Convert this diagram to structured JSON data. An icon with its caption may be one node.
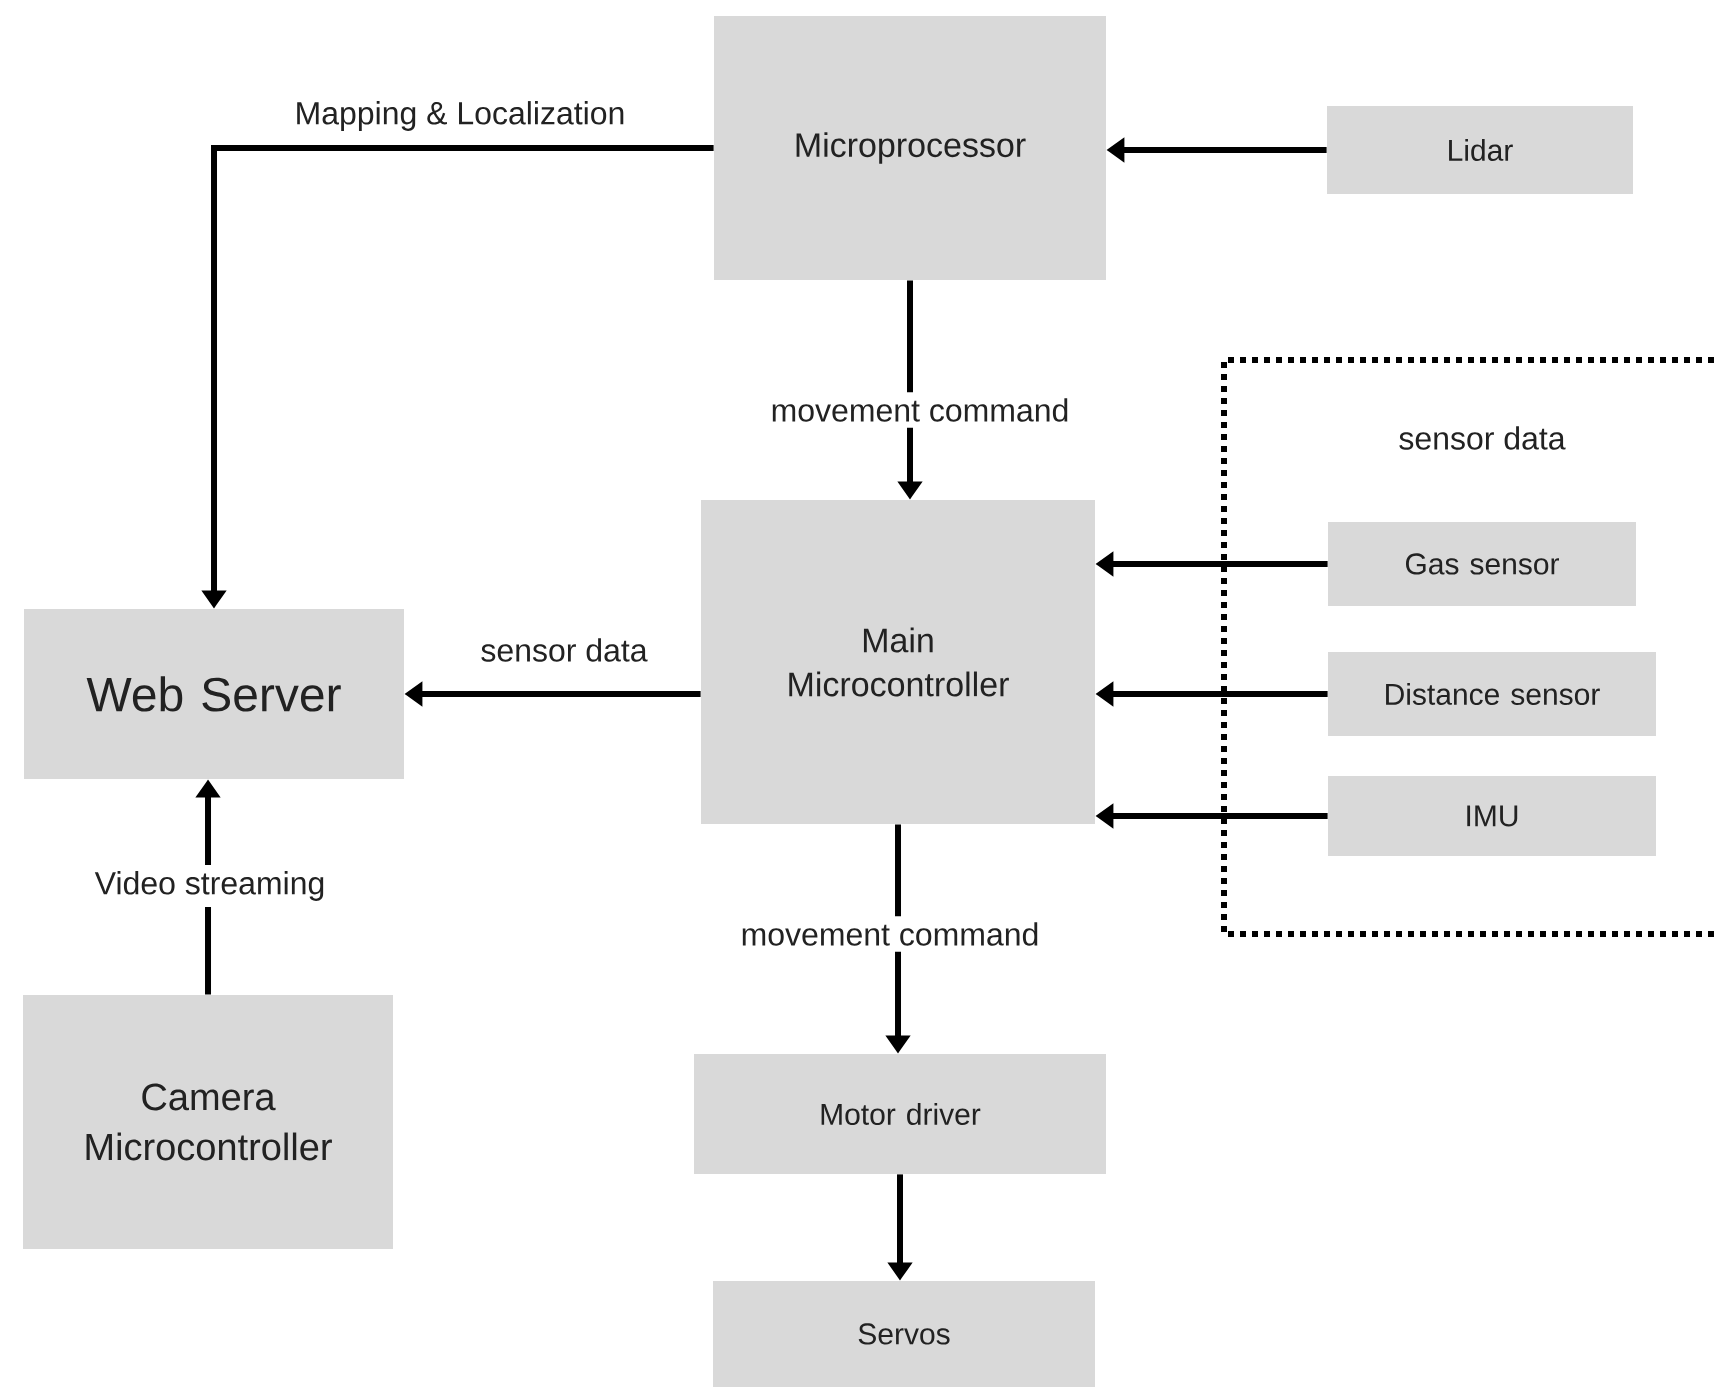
{
  "diagram": {
    "nodes": [
      {
        "text": [
          "Microprocessor"
        ]
      },
      {
        "text": [
          "Lidar"
        ]
      },
      {
        "text": [
          "Web Server"
        ]
      },
      {
        "text": [
          "Main Microcontroller"
        ]
      },
      {
        "text": [
          "sensor data"
        ]
      },
      {
        "text": [
          "Gas sensor"
        ],
        "in": 4
      },
      {
        "text": [
          "Distance sensor"
        ],
        "in": 4
      },
      {
        "text": [
          "IMU"
        ],
        "in": 4
      },
      {
        "text": [
          "Camera Microcontroller"
        ]
      },
      {
        "text": [
          "Motor driver"
        ]
      },
      {
        "text": [
          "Servos"
        ]
      }
    ],
    "edges": [
      {
        "from": 1,
        "to": 0,
        "arrow": "to"
      },
      {
        "from": 0,
        "to": 2,
        "arrow": "to",
        "label": "Mapping & Localization"
      },
      {
        "from": 0,
        "to": 3,
        "arrow": "to",
        "label": "movement command"
      },
      {
        "from": 5,
        "to": 3,
        "arrow": "to"
      },
      {
        "from": 6,
        "to": 3,
        "arrow": "to"
      },
      {
        "from": 7,
        "to": 3,
        "arrow": "to"
      },
      {
        "from": 3,
        "to": 2,
        "arrow": "to",
        "label": "sensor data"
      },
      {
        "from": 8,
        "to": 2,
        "arrow": "to",
        "label": "Video streaming"
      },
      {
        "from": 3,
        "to": 9,
        "arrow": "to",
        "label": "movement command"
      },
      {
        "from": 9,
        "to": 10,
        "arrow": "to"
      }
    ]
  }
}
